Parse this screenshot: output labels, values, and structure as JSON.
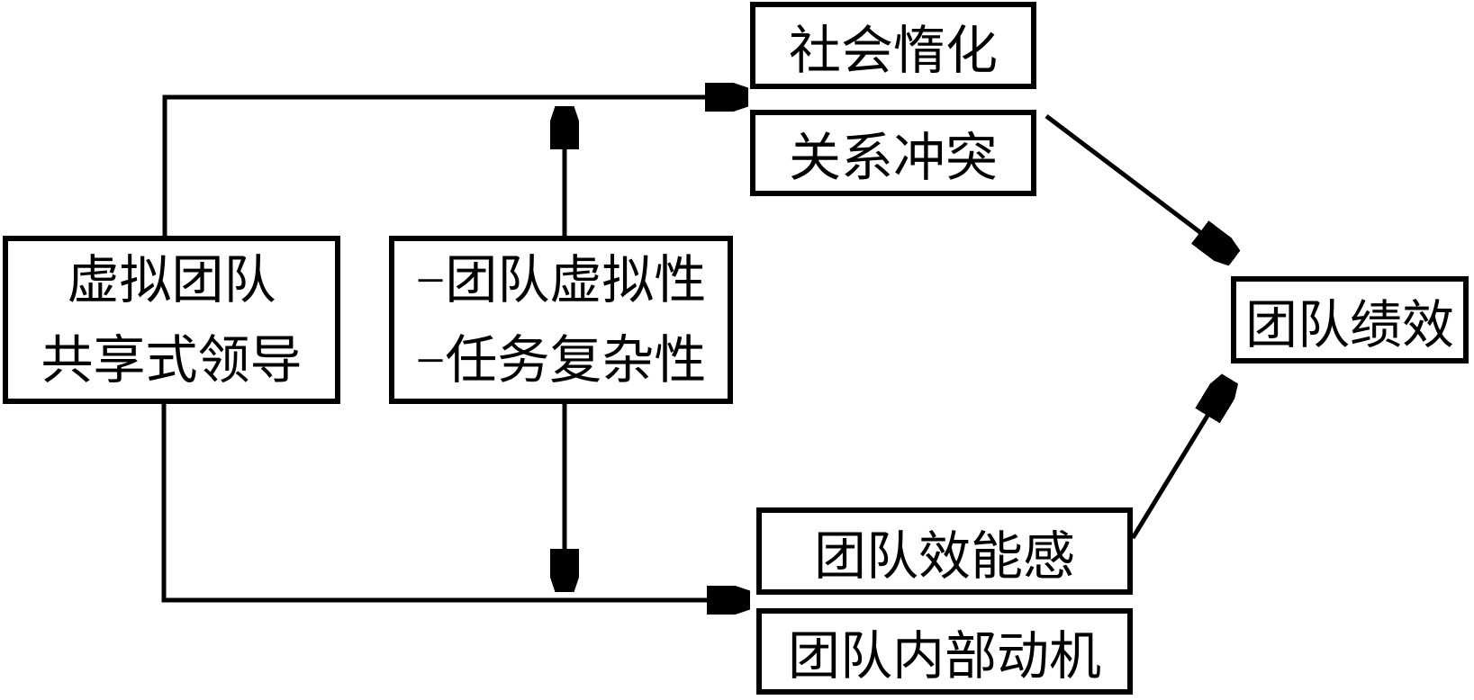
{
  "diagram": {
    "background_color": "#ffffff",
    "line_color": "#000000",
    "text_color": "#000000",
    "nodes": {
      "shared_leadership": {
        "line1": "虚拟团队",
        "line2": "共享式领导"
      },
      "moderators": {
        "line1": "−团队虚拟性",
        "line2": "−任务复杂性"
      },
      "social_loafing": {
        "label": "社会惰化"
      },
      "relationship_conflict": {
        "label": "关系冲突"
      },
      "team_efficacy": {
        "label": "团队效能感"
      },
      "team_motivation": {
        "label": "团队内部动机"
      },
      "team_performance": {
        "label": "团队绩效"
      }
    },
    "edges": [
      {
        "from": "shared_leadership",
        "to": "social_loafing + relationship_conflict",
        "style": "elbow-arrow"
      },
      {
        "from": "shared_leadership",
        "to": "team_efficacy + team_motivation",
        "style": "elbow-arrow"
      },
      {
        "from": "moderators",
        "to": "upper-path",
        "style": "moderation-arrow-up"
      },
      {
        "from": "moderators",
        "to": "lower-path",
        "style": "moderation-arrow-down"
      },
      {
        "from": "social_loafing + relationship_conflict",
        "to": "team_performance",
        "style": "diagonal-arrow"
      },
      {
        "from": "team_efficacy + team_motivation",
        "to": "team_performance",
        "style": "diagonal-arrow"
      }
    ]
  }
}
